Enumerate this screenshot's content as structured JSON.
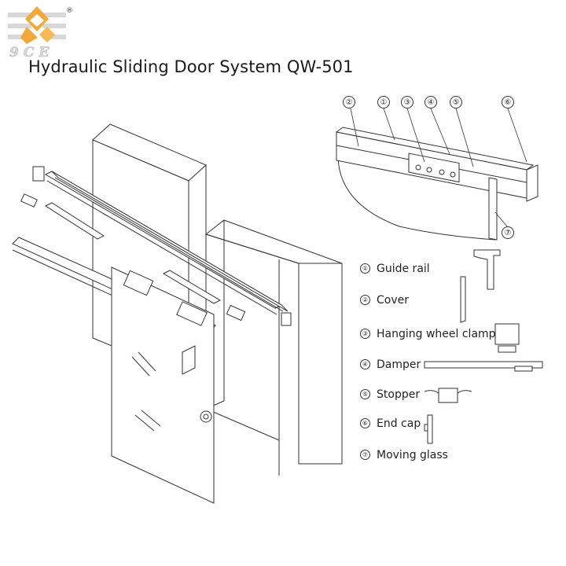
{
  "brand": {
    "logo_text": "9CE",
    "registered_mark": "®",
    "logo_color": "#f0a030",
    "logo_accent": "#d8d8d8"
  },
  "title": "Hydraulic Sliding Door System QW-501",
  "detail_callouts": [
    "②",
    "①",
    "③",
    "④",
    "⑤",
    "⑥",
    "⑦"
  ],
  "legend": [
    {
      "num": "①",
      "label": "Guide rail"
    },
    {
      "num": "②",
      "label": " Cover"
    },
    {
      "num": "③",
      "label": "Hanging wheel clamp"
    },
    {
      "num": "④",
      "label": "Damper"
    },
    {
      "num": "⑤",
      "label": "Stopper"
    },
    {
      "num": "⑥",
      "label": "End cap"
    },
    {
      "num": "⑦",
      "label": "Moving glass"
    }
  ]
}
